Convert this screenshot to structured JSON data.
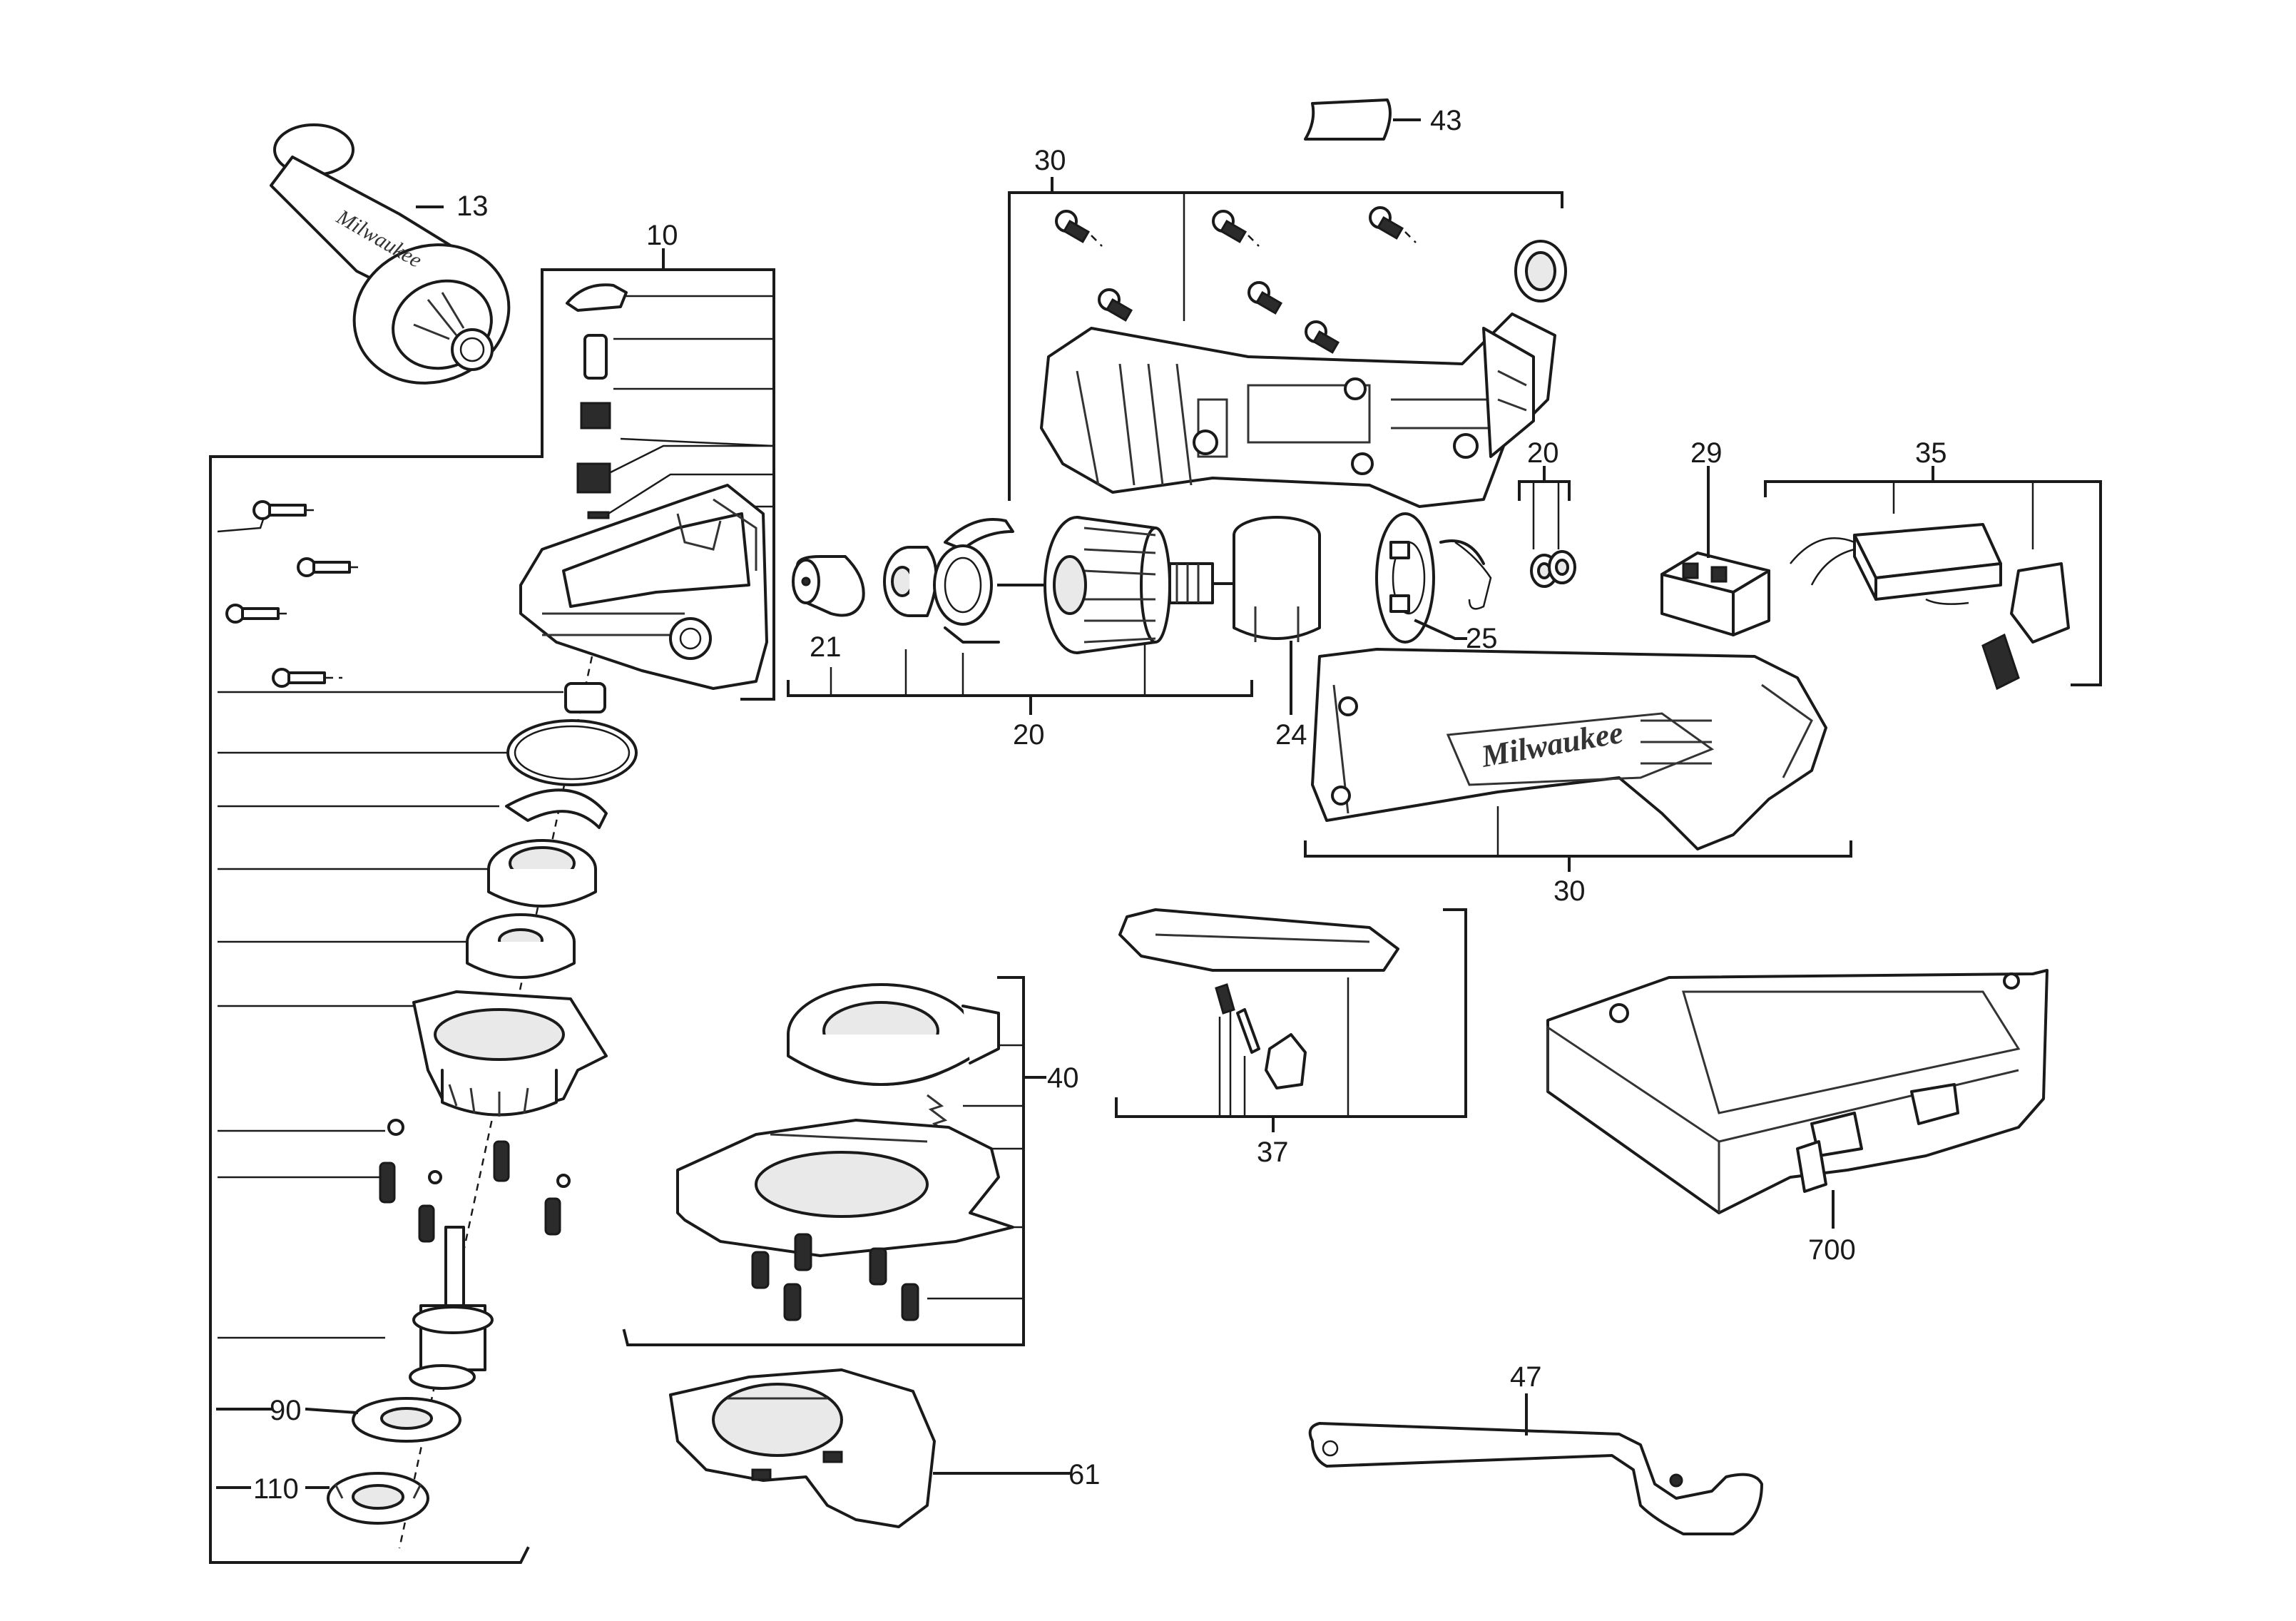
{
  "diagram": {
    "labels": {
      "l13": "13",
      "l10": "10",
      "l30_top": "30",
      "l43": "43",
      "l20_small": "20",
      "l29": "29",
      "l35": "35",
      "l21": "21",
      "l20_bottom": "20",
      "l24": "24",
      "l25": "25",
      "l30_bottom": "30",
      "l40": "40",
      "l37": "37",
      "l700": "700",
      "l90": "90",
      "l110": "110",
      "l61": "61",
      "l47": "47"
    },
    "brand_mark": "Milwaukee",
    "colors": {
      "ink": "#1a1a1a",
      "background": "#ffffff",
      "shade": "#e9e9e9"
    }
  }
}
